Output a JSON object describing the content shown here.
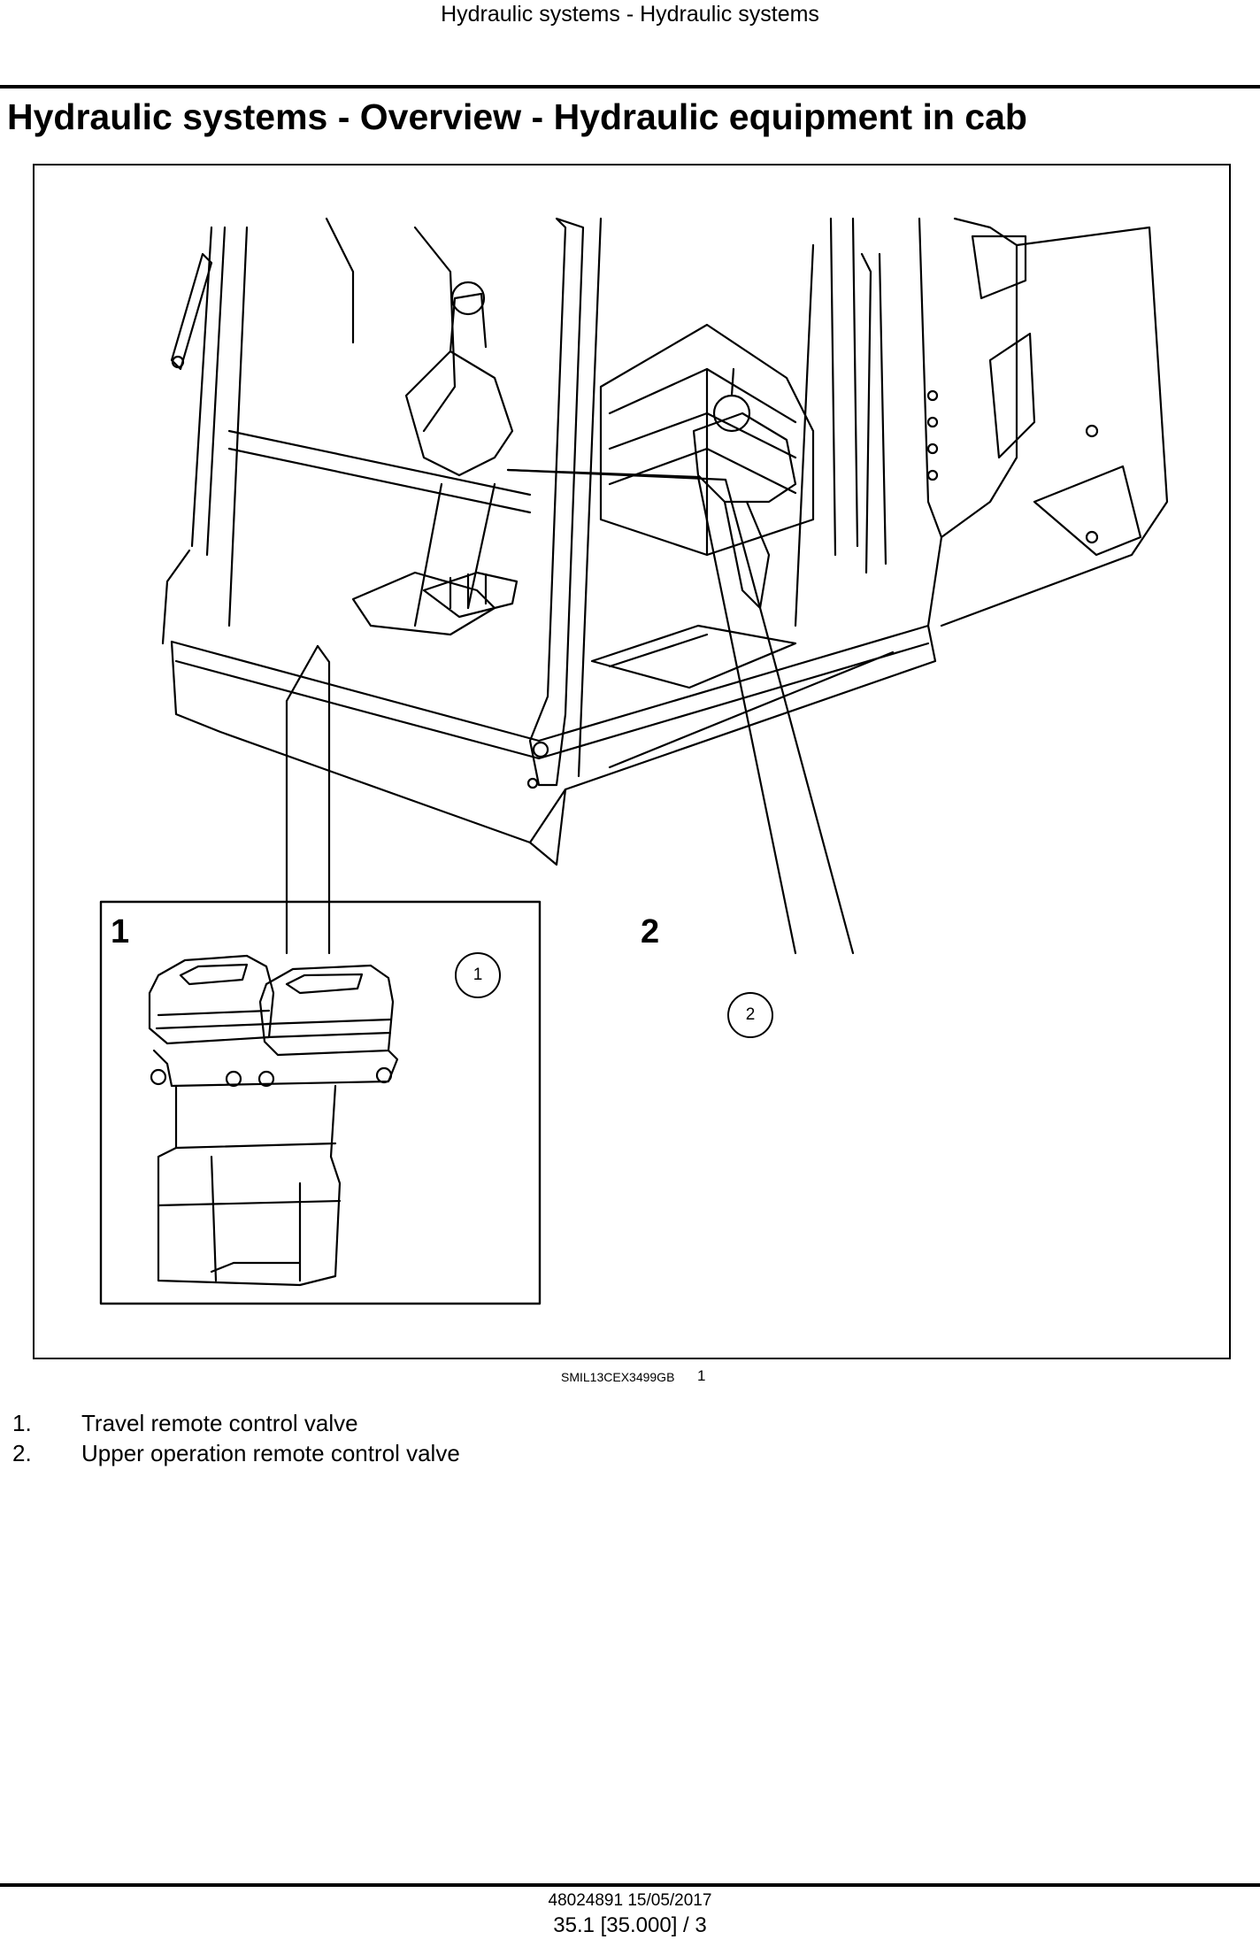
{
  "header": {
    "running_title": "Hydraulic systems - Hydraulic systems"
  },
  "page": {
    "title": "Hydraulic systems - Overview - Hydraulic equipment in cab"
  },
  "figure": {
    "insets": [
      {
        "number": "1",
        "callout": "1"
      },
      {
        "number": "2",
        "callout": "2"
      }
    ],
    "code": "SMIL13CEX3499GB",
    "figure_number": "1"
  },
  "legend": [
    {
      "num": "1.",
      "text": "Travel remote control valve"
    },
    {
      "num": "2.",
      "text": "Upper operation remote control valve"
    }
  ],
  "footer": {
    "doc_ref": "48024891 15/05/2017",
    "page_ref": "35.1 [35.000] / 3"
  }
}
